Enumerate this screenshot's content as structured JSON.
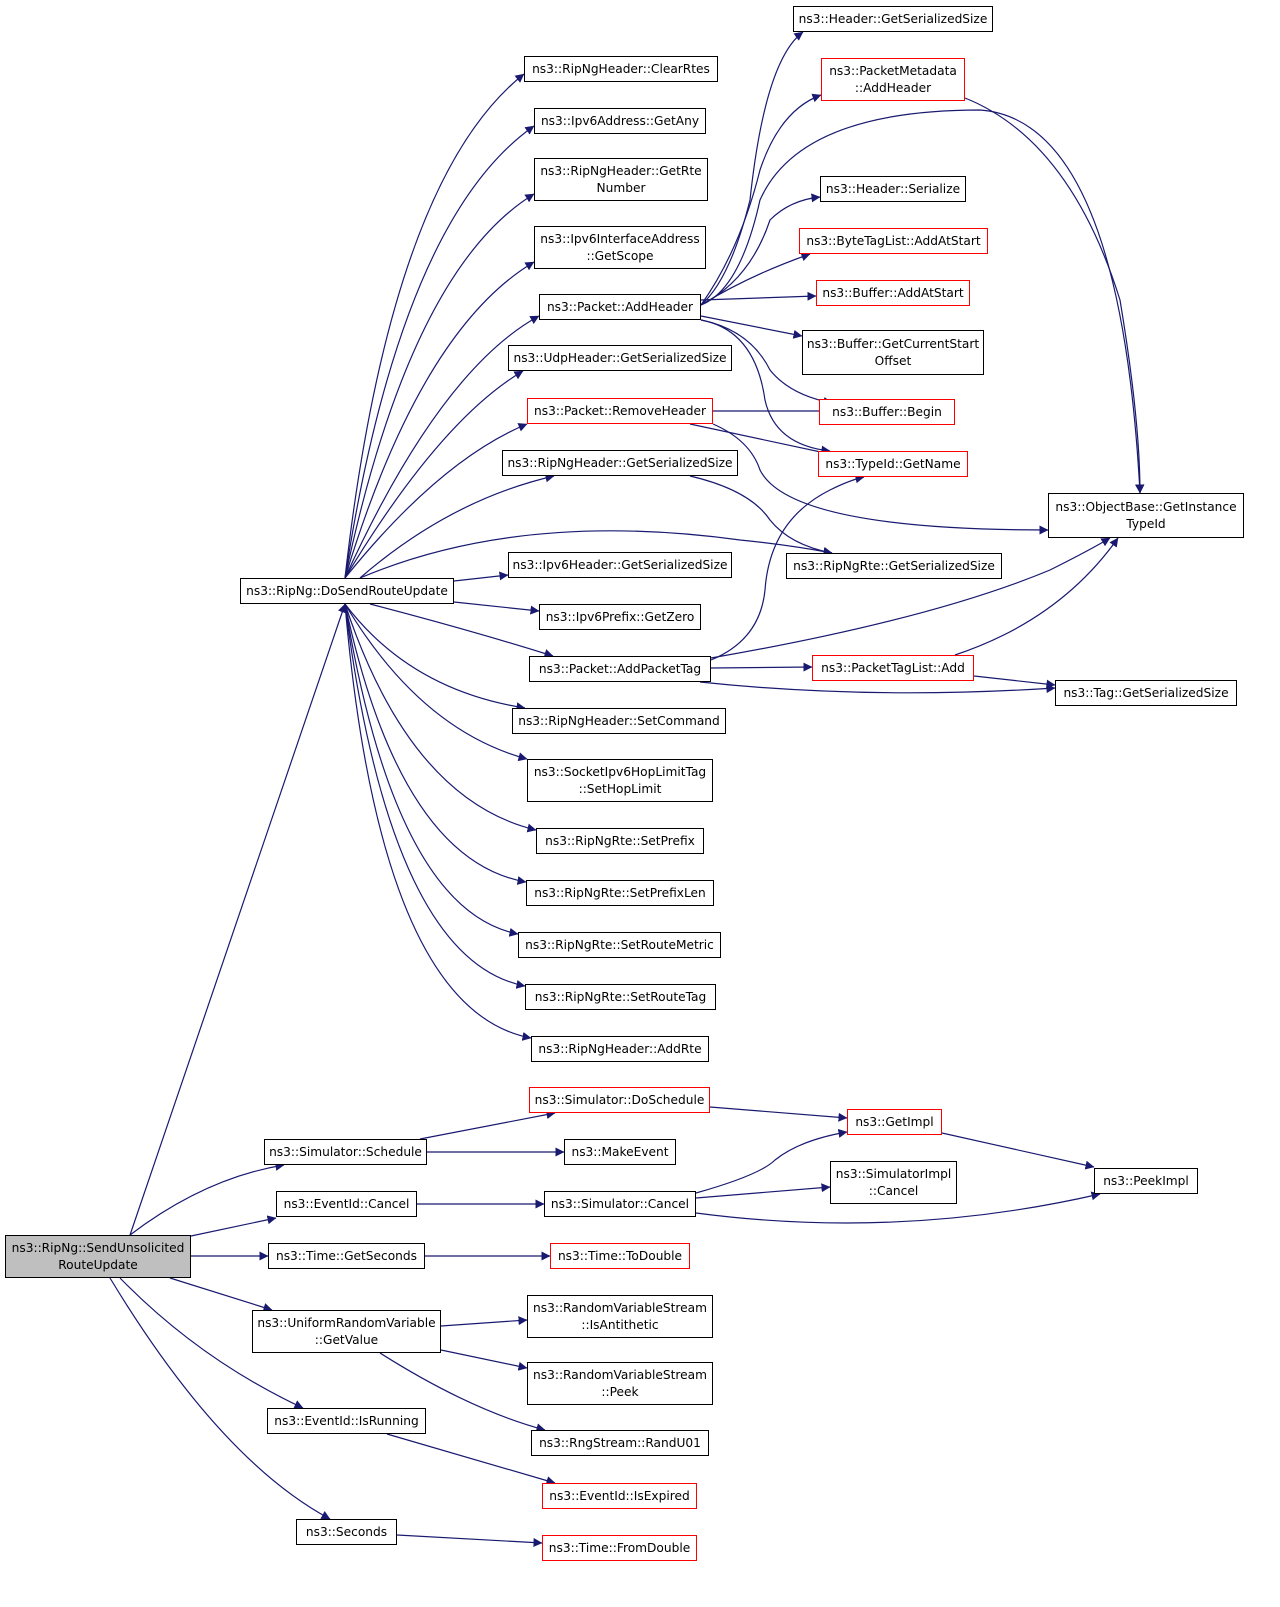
{
  "graph": {
    "colors": {
      "edge": "#191970",
      "node_border": "#000000",
      "truncated_border": "#ff0000",
      "root_fill": "#bfbfbf"
    },
    "nodes": [
      {
        "id": "send_unsolicited",
        "label": "ns3::RipNg::SendUnsolicited\nRouteUpdate",
        "root": true
      },
      {
        "id": "do_send",
        "label": "ns3::RipNg::DoSendRouteUpdate"
      },
      {
        "id": "clear_rtes",
        "label": "ns3::RipNgHeader::ClearRtes"
      },
      {
        "id": "get_any",
        "label": "ns3::Ipv6Address::GetAny"
      },
      {
        "id": "get_rte_number",
        "label": "ns3::RipNgHeader::GetRte\nNumber"
      },
      {
        "id": "get_scope",
        "label": "ns3::Ipv6InterfaceAddress\n::GetScope"
      },
      {
        "id": "packet_add_header",
        "label": "ns3::Packet::AddHeader"
      },
      {
        "id": "udp_ser_size",
        "label": "ns3::UdpHeader::GetSerializedSize"
      },
      {
        "id": "packet_remove_header",
        "label": "ns3::Packet::RemoveHeader",
        "truncated": true
      },
      {
        "id": "ripng_header_ser_size",
        "label": "ns3::RipNgHeader::GetSerializedSize"
      },
      {
        "id": "ipv6_header_ser_size",
        "label": "ns3::Ipv6Header::GetSerializedSize"
      },
      {
        "id": "ipv6_prefix_get_zero",
        "label": "ns3::Ipv6Prefix::GetZero"
      },
      {
        "id": "packet_add_packet_tag",
        "label": "ns3::Packet::AddPacketTag"
      },
      {
        "id": "set_command",
        "label": "ns3::RipNgHeader::SetCommand"
      },
      {
        "id": "set_hop_limit",
        "label": "ns3::SocketIpv6HopLimitTag\n::SetHopLimit"
      },
      {
        "id": "set_prefix",
        "label": "ns3::RipNgRte::SetPrefix"
      },
      {
        "id": "set_prefix_len",
        "label": "ns3::RipNgRte::SetPrefixLen"
      },
      {
        "id": "set_route_metric",
        "label": "ns3::RipNgRte::SetRouteMetric"
      },
      {
        "id": "set_route_tag",
        "label": "ns3::RipNgRte::SetRouteTag"
      },
      {
        "id": "add_rte",
        "label": "ns3::RipNgHeader::AddRte"
      },
      {
        "id": "header_ser_size",
        "label": "ns3::Header::GetSerializedSize"
      },
      {
        "id": "packet_metadata_add_header",
        "label": "ns3::PacketMetadata\n::AddHeader",
        "truncated": true
      },
      {
        "id": "header_serialize",
        "label": "ns3::Header::Serialize"
      },
      {
        "id": "byte_tag_list_add_at_start",
        "label": "ns3::ByteTagList::AddAtStart",
        "truncated": true
      },
      {
        "id": "buffer_add_at_start",
        "label": "ns3::Buffer::AddAtStart",
        "truncated": true
      },
      {
        "id": "buffer_get_current_start_offset",
        "label": "ns3::Buffer::GetCurrentStart\nOffset"
      },
      {
        "id": "buffer_begin",
        "label": "ns3::Buffer::Begin",
        "truncated": true
      },
      {
        "id": "typeid_get_name",
        "label": "ns3::TypeId::GetName",
        "truncated": true
      },
      {
        "id": "ripng_rte_ser_size",
        "label": "ns3::RipNgRte::GetSerializedSize"
      },
      {
        "id": "packet_tag_list_add",
        "label": "ns3::PacketTagList::Add",
        "truncated": true
      },
      {
        "id": "object_base_get_instance_typeid",
        "label": "ns3::ObjectBase::GetInstance\nTypeId"
      },
      {
        "id": "tag_get_ser_size",
        "label": "ns3::Tag::GetSerializedSize"
      },
      {
        "id": "simulator_schedule",
        "label": "ns3::Simulator::Schedule"
      },
      {
        "id": "simulator_do_schedule",
        "label": "ns3::Simulator::DoSchedule",
        "truncated": true
      },
      {
        "id": "make_event",
        "label": "ns3::MakeEvent"
      },
      {
        "id": "get_impl",
        "label": "ns3::GetImpl",
        "truncated": true
      },
      {
        "id": "peek_impl",
        "label": "ns3::PeekImpl"
      },
      {
        "id": "eventid_cancel",
        "label": "ns3::EventId::Cancel"
      },
      {
        "id": "simulator_cancel",
        "label": "ns3::Simulator::Cancel"
      },
      {
        "id": "simulator_impl_cancel",
        "label": "ns3::SimulatorImpl\n::Cancel"
      },
      {
        "id": "time_get_seconds",
        "label": "ns3::Time::GetSeconds"
      },
      {
        "id": "time_to_double",
        "label": "ns3::Time::ToDouble",
        "truncated": true
      },
      {
        "id": "uniform_get_value",
        "label": "ns3::UniformRandomVariable\n::GetValue"
      },
      {
        "id": "rvs_is_antithetic",
        "label": "ns3::RandomVariableStream\n::IsAntithetic"
      },
      {
        "id": "rvs_peek",
        "label": "ns3::RandomVariableStream\n::Peek"
      },
      {
        "id": "rng_stream_rand_u01",
        "label": "ns3::RngStream::RandU01"
      },
      {
        "id": "eventid_is_running",
        "label": "ns3::EventId::IsRunning"
      },
      {
        "id": "eventid_is_expired",
        "label": "ns3::EventId::IsExpired",
        "truncated": true
      },
      {
        "id": "seconds",
        "label": "ns3::Seconds"
      },
      {
        "id": "time_from_double",
        "label": "ns3::Time::FromDouble",
        "truncated": true
      }
    ],
    "edges": [
      [
        "send_unsolicited",
        "do_send"
      ],
      [
        "send_unsolicited",
        "simulator_schedule"
      ],
      [
        "send_unsolicited",
        "eventid_cancel"
      ],
      [
        "send_unsolicited",
        "time_get_seconds"
      ],
      [
        "send_unsolicited",
        "uniform_get_value"
      ],
      [
        "send_unsolicited",
        "eventid_is_running"
      ],
      [
        "send_unsolicited",
        "seconds"
      ],
      [
        "do_send",
        "clear_rtes"
      ],
      [
        "do_send",
        "get_any"
      ],
      [
        "do_send",
        "get_rte_number"
      ],
      [
        "do_send",
        "get_scope"
      ],
      [
        "do_send",
        "packet_add_header"
      ],
      [
        "do_send",
        "udp_ser_size"
      ],
      [
        "do_send",
        "packet_remove_header"
      ],
      [
        "do_send",
        "ripng_header_ser_size"
      ],
      [
        "do_send",
        "ripng_rte_ser_size"
      ],
      [
        "do_send",
        "ipv6_header_ser_size"
      ],
      [
        "do_send",
        "ipv6_prefix_get_zero"
      ],
      [
        "do_send",
        "packet_add_packet_tag"
      ],
      [
        "do_send",
        "set_command"
      ],
      [
        "do_send",
        "set_hop_limit"
      ],
      [
        "do_send",
        "set_prefix"
      ],
      [
        "do_send",
        "set_prefix_len"
      ],
      [
        "do_send",
        "set_route_metric"
      ],
      [
        "do_send",
        "set_route_tag"
      ],
      [
        "do_send",
        "add_rte"
      ],
      [
        "packet_add_header",
        "header_ser_size"
      ],
      [
        "packet_add_header",
        "packet_metadata_add_header"
      ],
      [
        "packet_add_header",
        "object_base_get_instance_typeid"
      ],
      [
        "packet_add_header",
        "header_serialize"
      ],
      [
        "packet_add_header",
        "byte_tag_list_add_at_start"
      ],
      [
        "packet_add_header",
        "buffer_add_at_start"
      ],
      [
        "packet_add_header",
        "buffer_get_current_start_offset"
      ],
      [
        "packet_add_header",
        "buffer_begin"
      ],
      [
        "packet_add_header",
        "typeid_get_name"
      ],
      [
        "packet_metadata_add_header",
        "object_base_get_instance_typeid"
      ],
      [
        "packet_remove_header",
        "buffer_begin"
      ],
      [
        "packet_remove_header",
        "typeid_get_name"
      ],
      [
        "packet_remove_header",
        "object_base_get_instance_typeid"
      ],
      [
        "ripng_header_ser_size",
        "ripng_rte_ser_size"
      ],
      [
        "packet_add_packet_tag",
        "typeid_get_name"
      ],
      [
        "packet_add_packet_tag",
        "object_base_get_instance_typeid"
      ],
      [
        "packet_add_packet_tag",
        "packet_tag_list_add"
      ],
      [
        "packet_add_packet_tag",
        "tag_get_ser_size"
      ],
      [
        "packet_tag_list_add",
        "object_base_get_instance_typeid"
      ],
      [
        "packet_tag_list_add",
        "tag_get_ser_size"
      ],
      [
        "simulator_schedule",
        "simulator_do_schedule"
      ],
      [
        "simulator_schedule",
        "make_event"
      ],
      [
        "simulator_do_schedule",
        "get_impl"
      ],
      [
        "get_impl",
        "peek_impl"
      ],
      [
        "eventid_cancel",
        "simulator_cancel"
      ],
      [
        "simulator_cancel",
        "get_impl"
      ],
      [
        "simulator_cancel",
        "simulator_impl_cancel"
      ],
      [
        "simulator_cancel",
        "peek_impl"
      ],
      [
        "time_get_seconds",
        "time_to_double"
      ],
      [
        "uniform_get_value",
        "rvs_is_antithetic"
      ],
      [
        "uniform_get_value",
        "rvs_peek"
      ],
      [
        "uniform_get_value",
        "rng_stream_rand_u01"
      ],
      [
        "eventid_is_running",
        "eventid_is_expired"
      ],
      [
        "seconds",
        "time_from_double"
      ]
    ]
  }
}
